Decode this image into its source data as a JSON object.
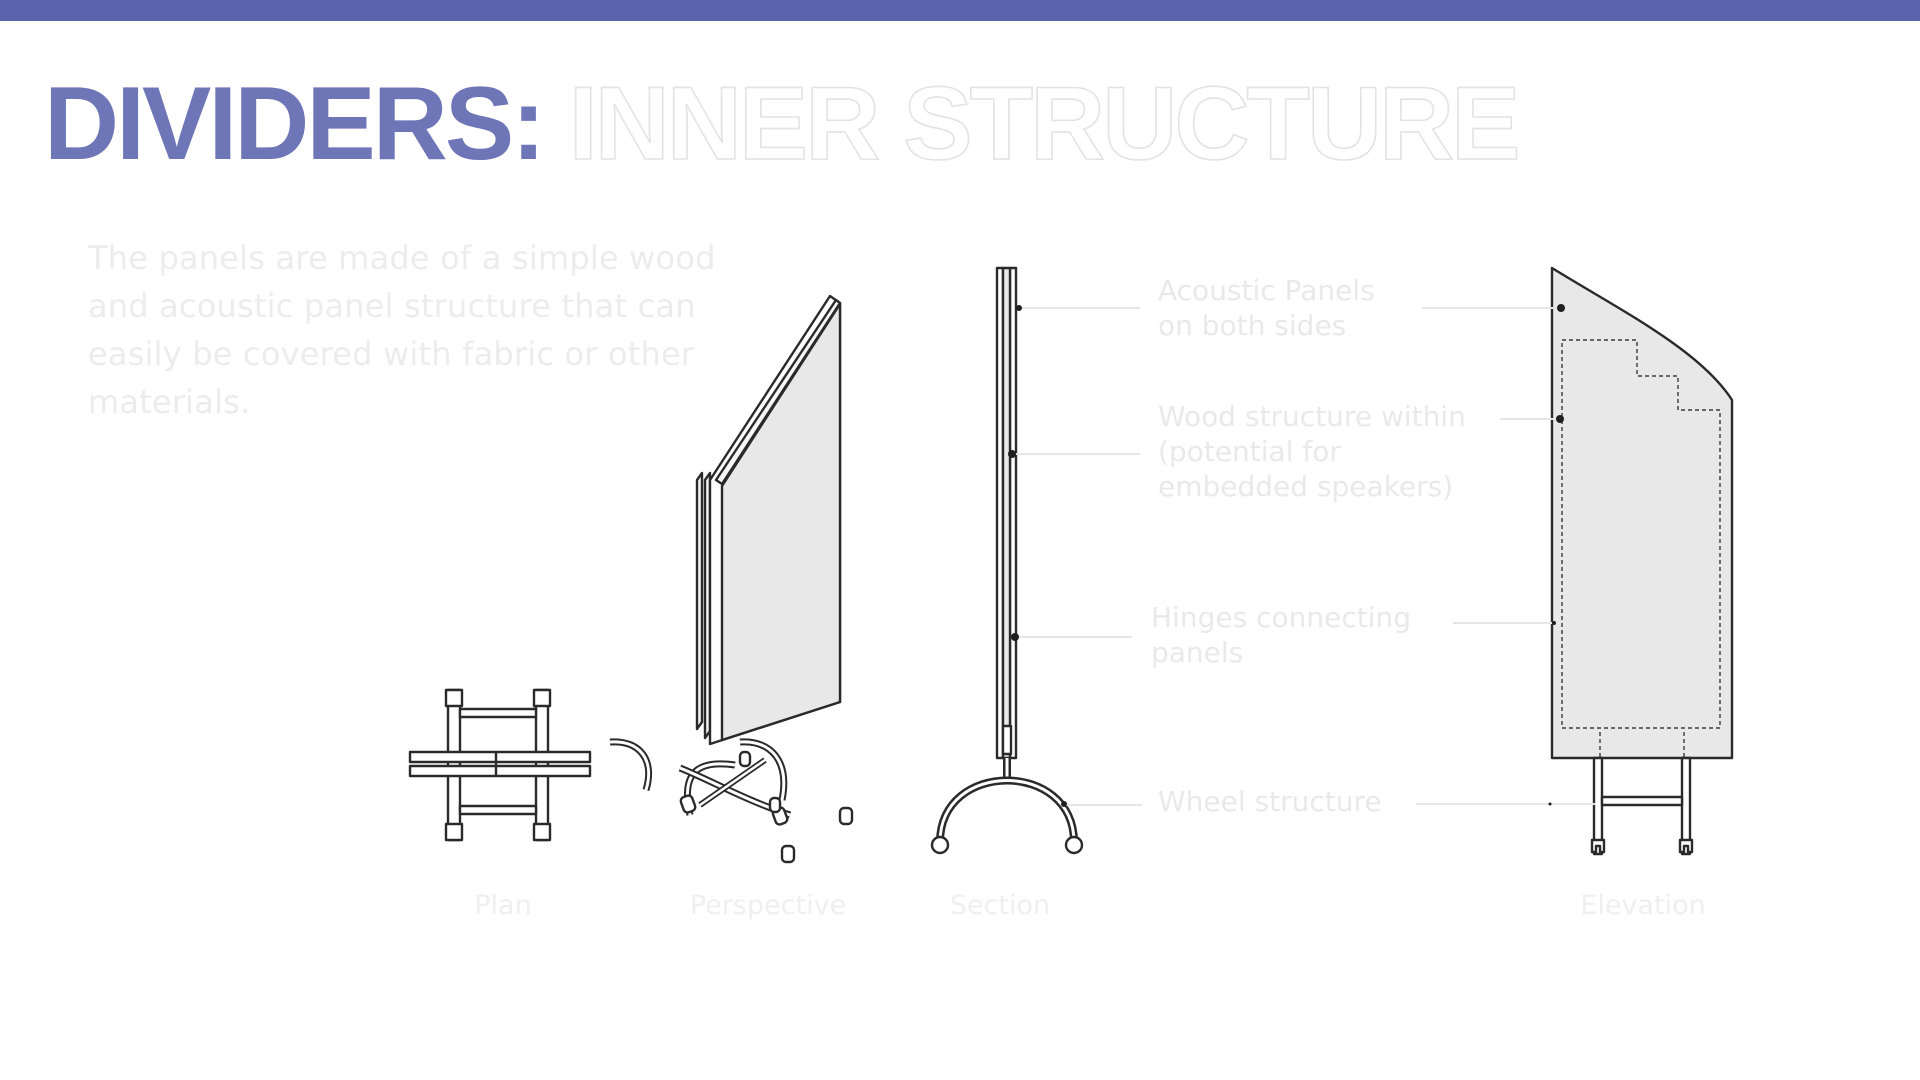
{
  "colors": {
    "accent_bar": "#5a64ad",
    "title_primary": "#6f76b8",
    "faded_text": "#ececec"
  },
  "title": {
    "strong": "DIVIDERS:",
    "outline": " INNER STRUCTURE"
  },
  "description": "The panels are made of a simple wood and acoustic panel structure that can easily be covered with fabric or other materials.",
  "callouts": {
    "acoustic": [
      "Acoustic Panels",
      "on both sides"
    ],
    "wood": [
      "Wood structure within",
      "(potential for",
      "embedded speakers)"
    ],
    "hinges": [
      "Hinges connecting",
      "panels"
    ],
    "wheel": [
      "Wheel structure"
    ]
  },
  "captions": {
    "plan": "Plan",
    "perspective": "Perspective",
    "section": "Section",
    "elevation": "Elevation"
  }
}
